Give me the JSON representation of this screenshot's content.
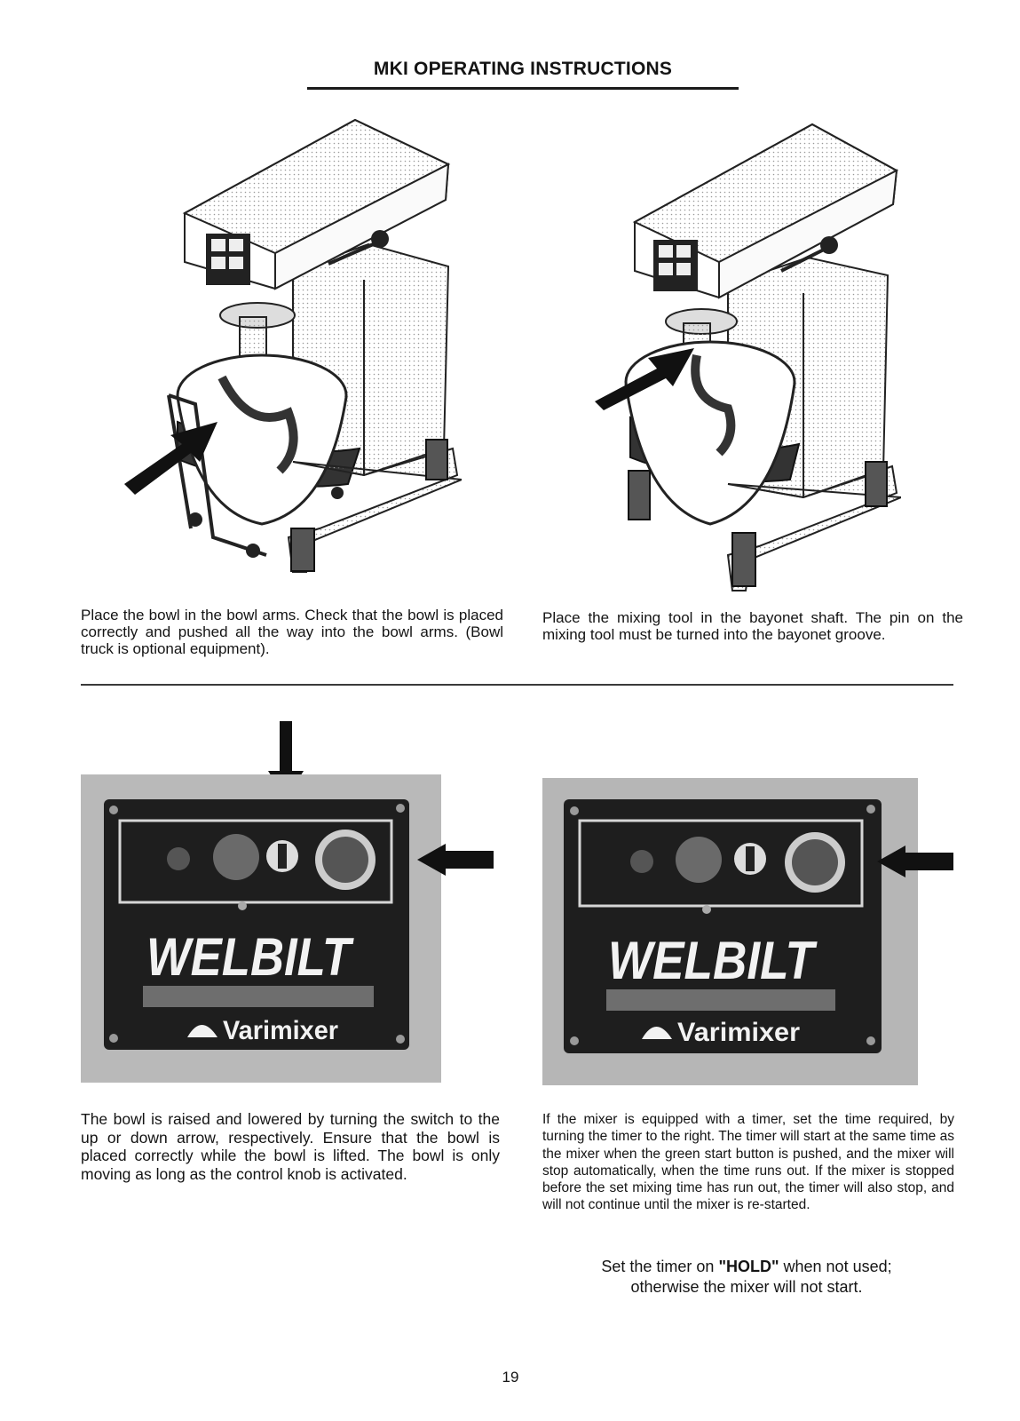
{
  "header": {
    "title": "MKI OPERATING INSTRUCTIONS"
  },
  "figures": {
    "photo_panel_left": {
      "brand": "WELBILT",
      "sub_brand": "Varimixer"
    },
    "photo_panel_right": {
      "brand": "WELBILT",
      "sub_brand": "Varimixer"
    }
  },
  "captions": {
    "bowl_placement": "Place the bowl in the bowl arms. Check that the bowl is placed correctly and pushed all the way into the bowl arms. (Bowl truck is optional equipment).",
    "tool_placement": "Place the mixing tool in the bayonet shaft. The pin on the mixing tool must be turned into the bayonet groove.",
    "bowl_lift": "The bowl is raised and lowered by turning the switch to the up or down arrow, respectively. Ensure that the bowl is placed correctly while the bowl is lifted. The bowl is only moving as long as the control knob is activated.",
    "timer": "If the mixer is equipped with a timer, set the time required, by turning the timer to the right. The timer will start at the same time as the mixer when the green start button is pushed, and the mixer will stop automatically, when the time runs out. If the mixer is stopped before the set mixing time has run out, the timer will also stop, and will not continue until the mixer is re-started."
  },
  "note": {
    "line1_prefix": "Set the timer on ",
    "line1_emphasis": "\"HOLD\"",
    "line1_suffix": " when not used;",
    "line2": "otherwise the mixer will not start."
  },
  "footer": {
    "page_number": "19"
  }
}
